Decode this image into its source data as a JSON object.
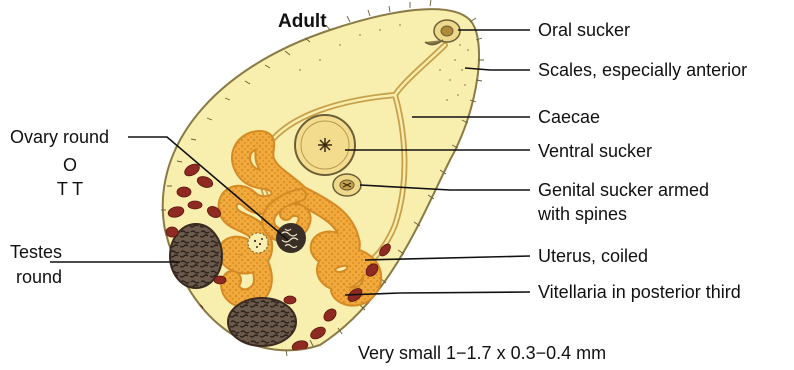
{
  "title": "Adult",
  "labels": {
    "oral_sucker": "Oral sucker",
    "scales": "Scales, especially anterior",
    "caecae": "Caecae",
    "ventral_sucker": "Ventral sucker",
    "genital_sucker_1": "Genital sucker armed",
    "genital_sucker_2": "with spines",
    "uterus": "Uterus, coiled",
    "vitellaria": "Vitellaria in posterior third",
    "ovary": "Ovary round",
    "ovary_o": "O",
    "ovary_tt": "T T",
    "testes_1": "Testes",
    "testes_2": "round",
    "size": "Very small 1−1.7 x 0.3−0.4 mm"
  },
  "colors": {
    "body": "#f8eeae",
    "body_outline": "#8a7a45",
    "caeca": "#e6c06a",
    "uterus": "#f0a93a",
    "vitellaria": "#8e2a22",
    "testes": "#5a4a3e",
    "sucker": "#eed98a"
  }
}
